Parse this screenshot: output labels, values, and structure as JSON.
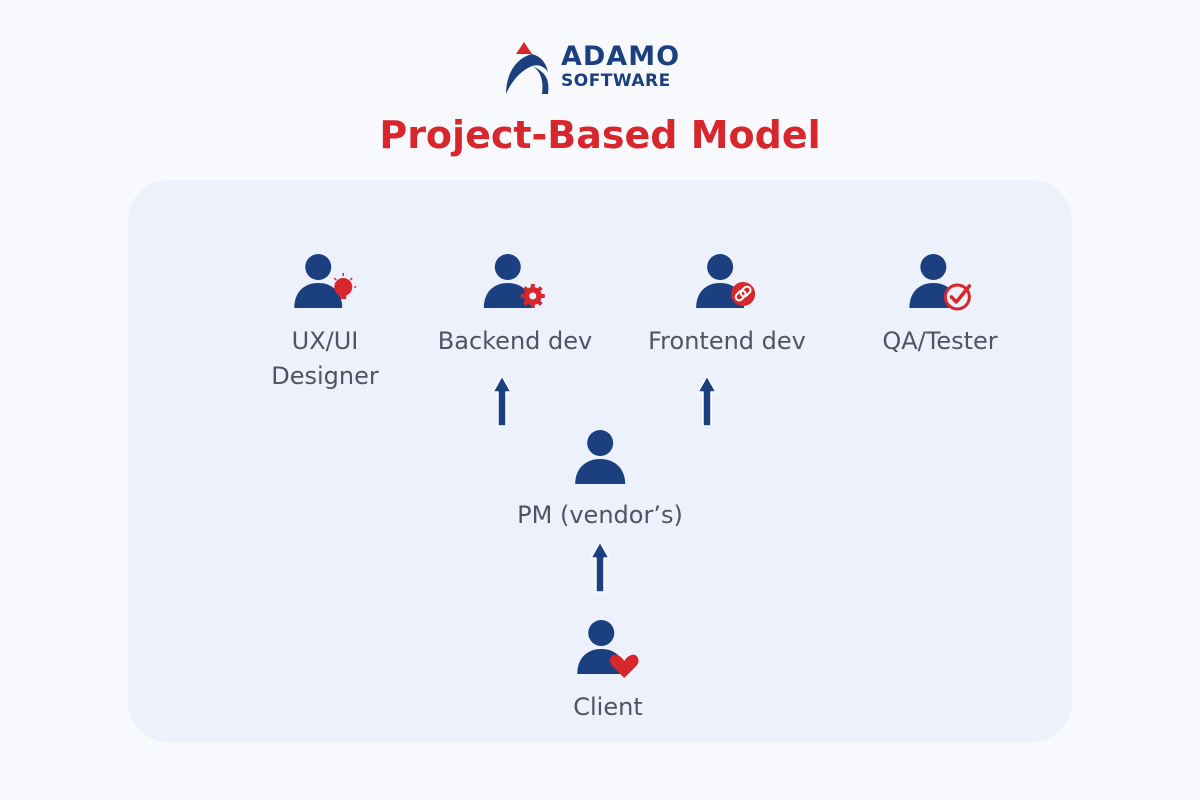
{
  "brand": {
    "name_line1": "ADAMO",
    "name_line2": "SOFTWARE",
    "logo_icon": "adamo-logo-icon"
  },
  "title": "Project-Based Model",
  "colors": {
    "navy": "#1c3f80",
    "red": "#d8262d",
    "text": "#4d5463",
    "panel": "#ecf1fc"
  },
  "roles": {
    "ux": {
      "line1": "UX/UI",
      "line2": "Designer",
      "badge": "lightbulb-icon"
    },
    "backend": {
      "label": "Backend dev",
      "badge": "gear-icon"
    },
    "frontend": {
      "label": "Frontend dev",
      "badge": "link-icon"
    },
    "qa": {
      "label": "QA/Tester",
      "badge": "check-circle-icon"
    },
    "pm": {
      "label": "PM (vendor’s)"
    },
    "client": {
      "label": "Client",
      "badge": "heart-icon"
    }
  },
  "connections": [
    {
      "from": "pm",
      "to": "backend"
    },
    {
      "from": "pm",
      "to": "frontend"
    },
    {
      "from": "client",
      "to": "pm"
    }
  ]
}
